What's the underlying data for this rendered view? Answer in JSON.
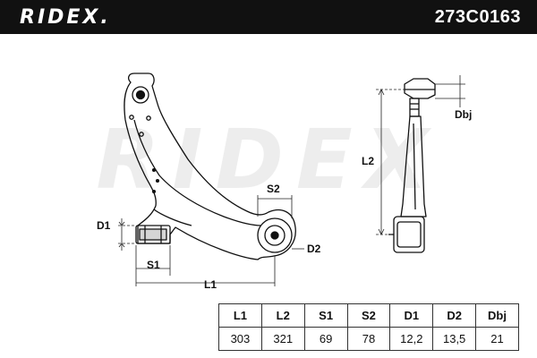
{
  "header": {
    "brand": "RIDEX.",
    "part_number": "273C0163"
  },
  "watermark": "RIDEX",
  "dimension_labels": {
    "d1": "D1",
    "s1": "S1",
    "l1": "L1",
    "s2": "S2",
    "d2": "D2",
    "l2": "L2",
    "dbj": "Dbj"
  },
  "specs": {
    "headers": [
      "L1",
      "L2",
      "S1",
      "S2",
      "D1",
      "D2",
      "Dbj"
    ],
    "values": [
      "303",
      "321",
      "69",
      "78",
      "12,2",
      "13,5",
      "21"
    ]
  }
}
